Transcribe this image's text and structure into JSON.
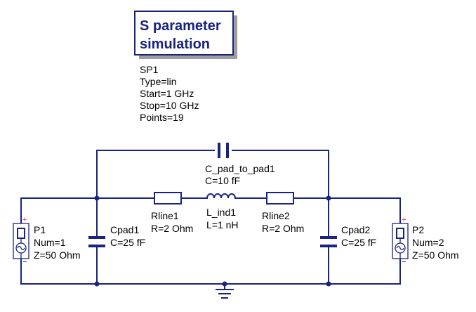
{
  "sim": {
    "title_line1": "S parameter",
    "title_line2": "simulation",
    "name": "SP1",
    "type": "Type=lin",
    "start": "Start=1 GHz",
    "stop": "Stop=10 GHz",
    "points": "Points=19"
  },
  "components": {
    "c_pad_to_pad": {
      "name": "C_pad_to_pad1",
      "value": "C=10 fF"
    },
    "rline1": {
      "name": "Rline1",
      "value": "R=2 Ohm"
    },
    "l_ind": {
      "name": "L_ind1",
      "value": "L=1 nH"
    },
    "rline2": {
      "name": "Rline2",
      "value": "R=2 Ohm"
    },
    "cpad1": {
      "name": "Cpad1",
      "value": "C=25 fF"
    },
    "cpad2": {
      "name": "Cpad2",
      "value": "C=25 fF"
    },
    "p1": {
      "name": "P1",
      "num": "Num=1",
      "z": "Z=50 Ohm",
      "plus": "+",
      "minus": "−"
    },
    "p2": {
      "name": "P2",
      "num": "Num=2",
      "z": "Z=50 Ohm",
      "plus": "+",
      "minus": "−"
    }
  },
  "colors": {
    "wire": "#1a237e",
    "text": "#000000",
    "plus": "#d32f2f"
  }
}
